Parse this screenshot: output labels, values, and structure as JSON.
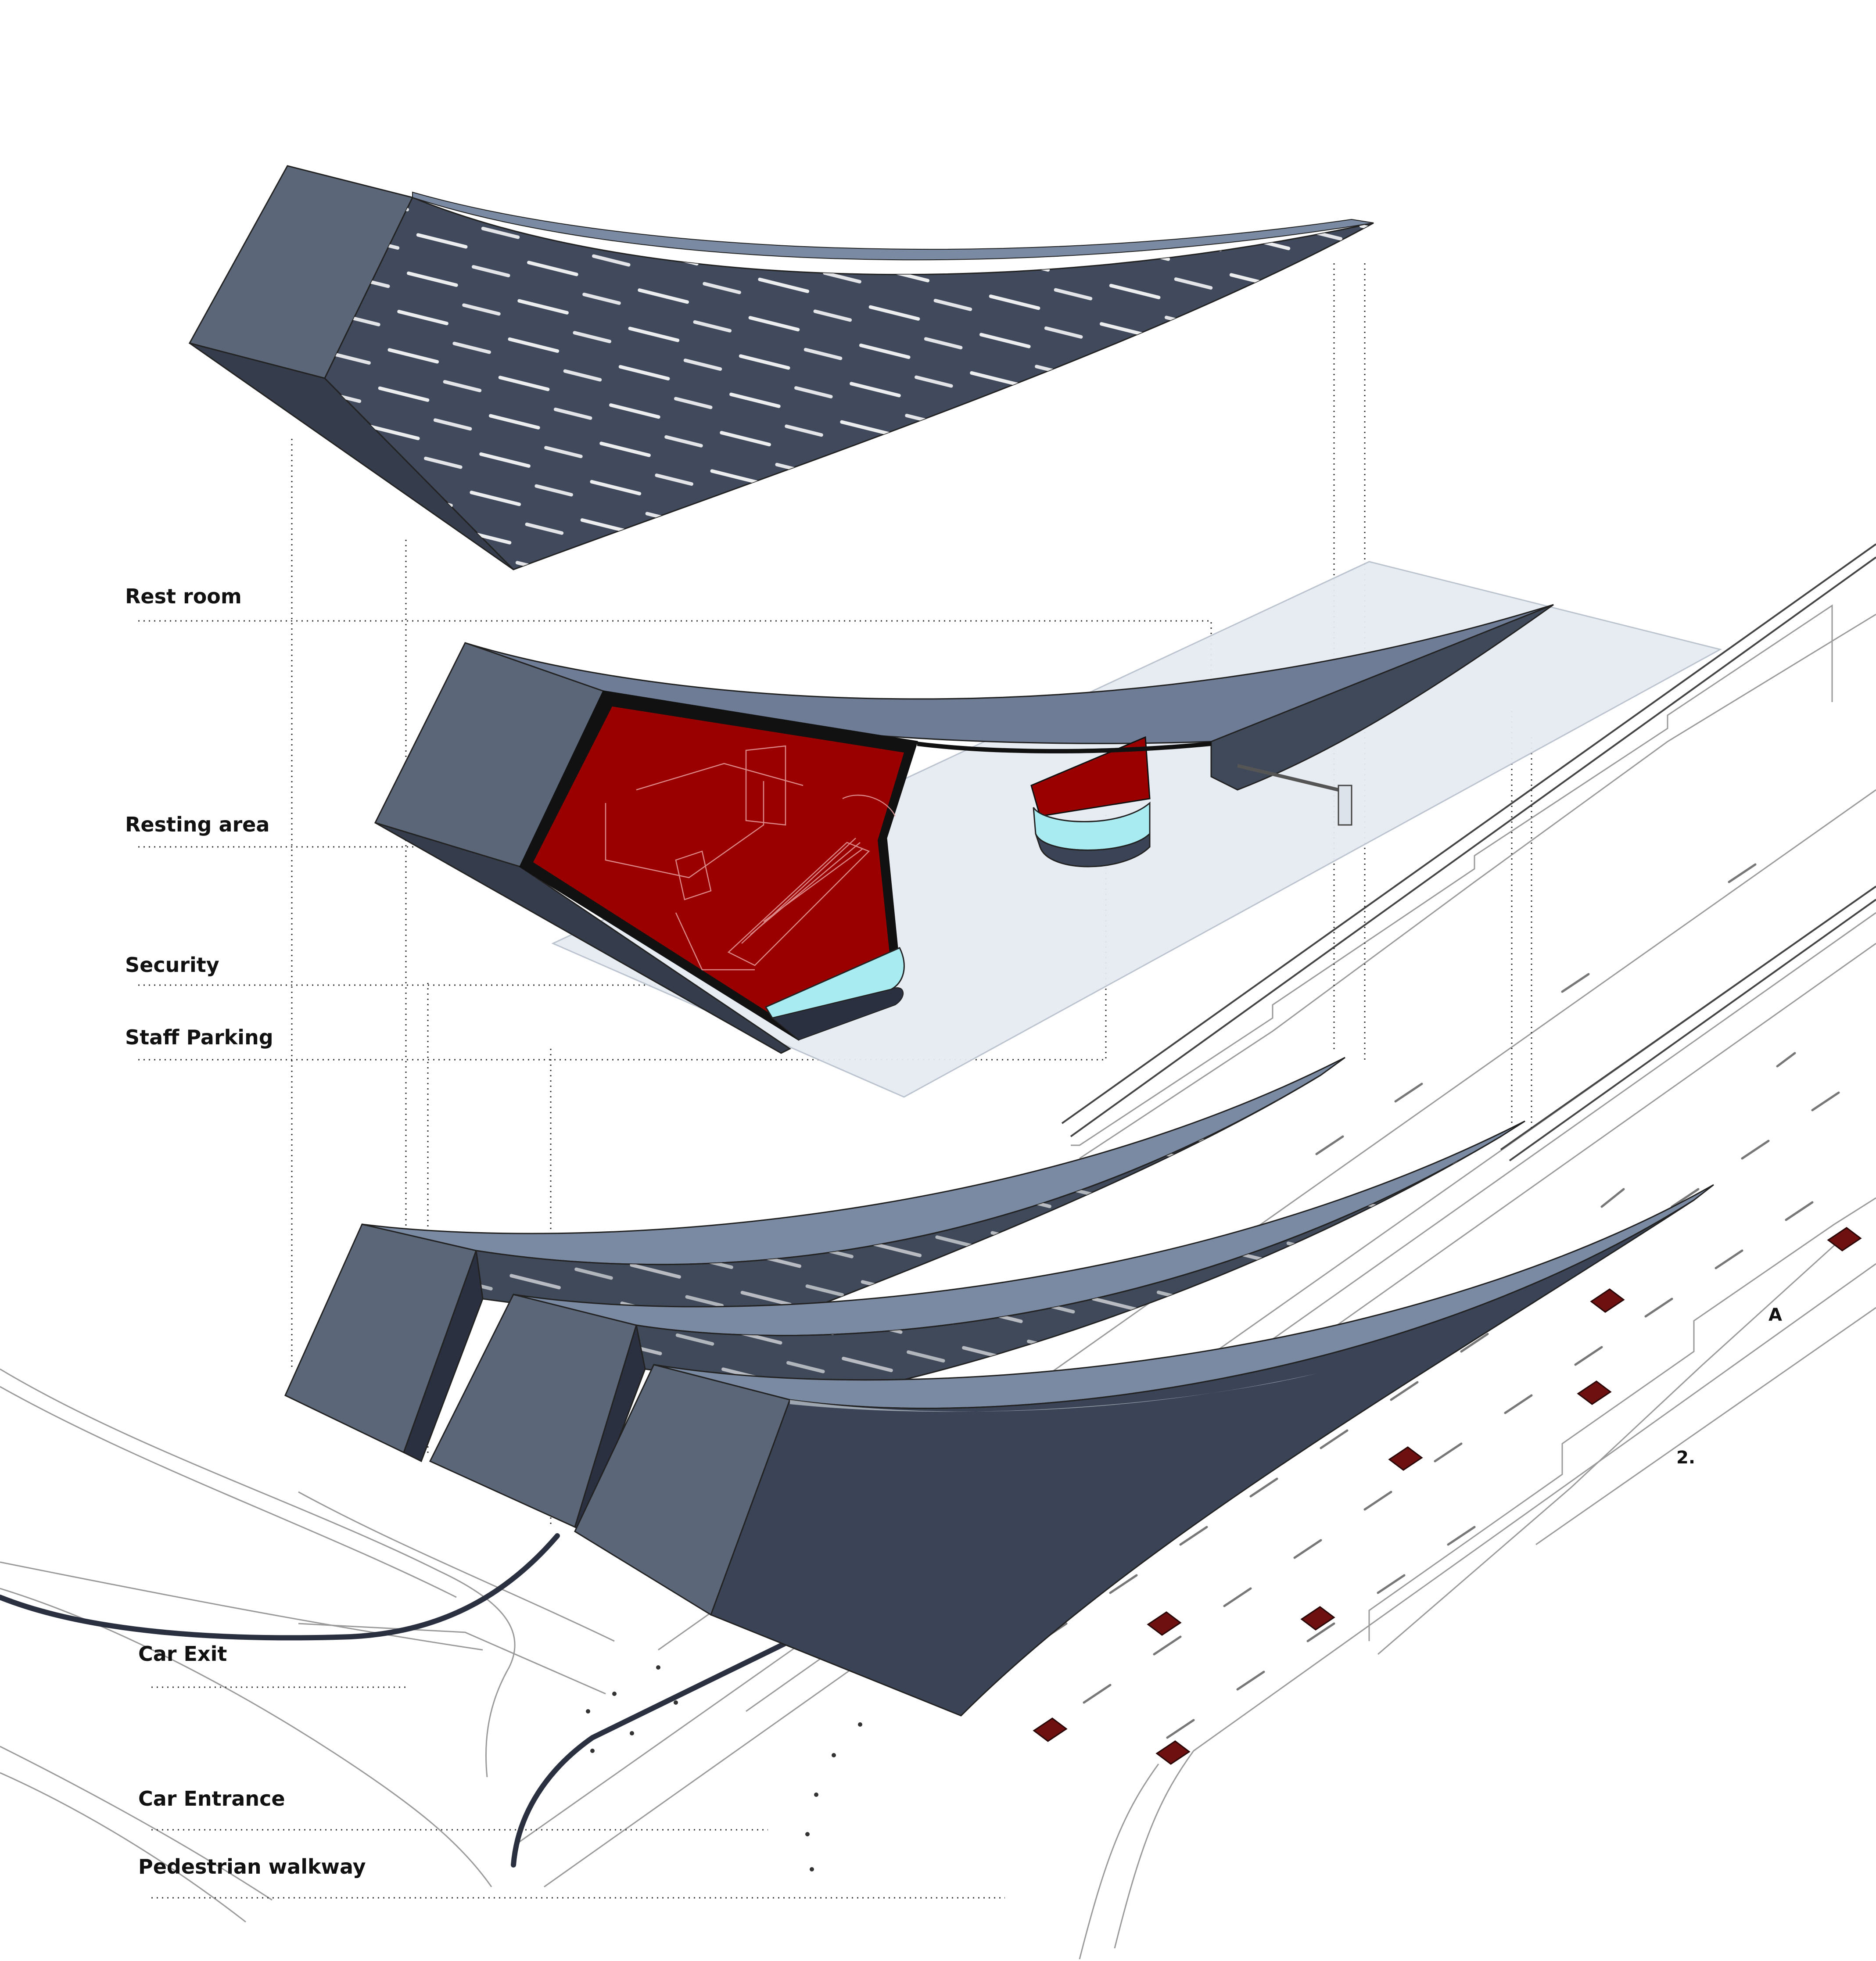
{
  "diagram": {
    "labels": {
      "rest_room": "Rest room",
      "resting_area": "Resting area",
      "security": "Security",
      "staff_parking": "Staff Parking",
      "car_exit": "Car Exit",
      "car_entrance": "Car Entrance",
      "pedestrian_walkway": "Pedestrian walkway"
    },
    "marks": {
      "section_letter": "A",
      "section_number": "2."
    },
    "colors": {
      "roof_dark": "#3a4456",
      "roof_mid": "#5a6679",
      "roof_light": "#7b8aa3",
      "interior_red": "#9b0000",
      "glass_cyan": "#a8ecf2",
      "slab": "#e6ebf2",
      "parking_marker": "#6e1010",
      "line": "#222222"
    }
  }
}
